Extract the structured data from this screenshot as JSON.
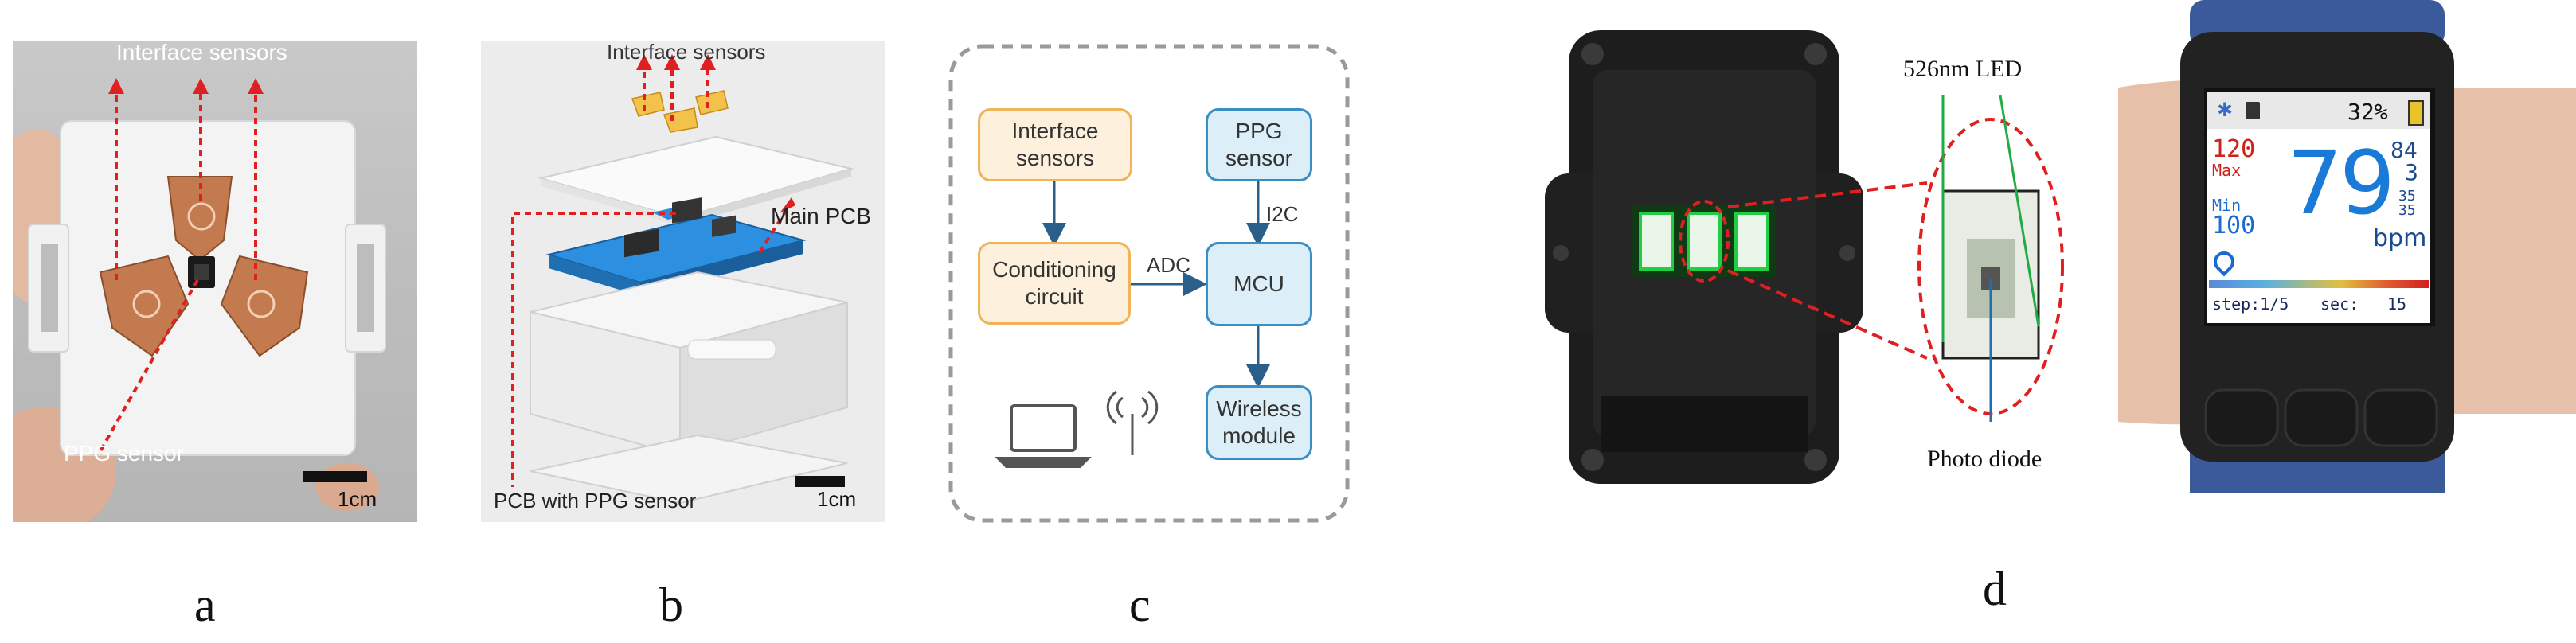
{
  "panels": {
    "a": {
      "letter": "a",
      "interface_label": "Interface sensors",
      "ppg_label": "PPG sensor",
      "scale": "1cm"
    },
    "b": {
      "letter": "b",
      "interface_label": "Interface sensors",
      "main_pcb_label": "Main PCB",
      "pcb_ppg_label": "PCB with PPG sensor",
      "scale": "1cm"
    },
    "c": {
      "letter": "c",
      "interface_sensors": "Interface sensors",
      "ppg_sensor": "PPG sensor",
      "conditioning": "Conditioning circuit",
      "mcu": "MCU",
      "wireless": "Wireless module",
      "adc": "ADC",
      "i2c": "I2C"
    },
    "d": {
      "letter": "d",
      "led_label": "526nm LED",
      "diode_label": "Photo diode",
      "screen": {
        "battery": "32%",
        "max_value": "120",
        "max_label": "Max",
        "min_label": "Min",
        "min_value": "100",
        "bpm_value": "79",
        "bpm_unit": "bpm",
        "r1": "84",
        "r2": "3",
        "r3": "35",
        "r4": "35",
        "step": "step:1/5",
        "sec_label": "sec:",
        "sec_value": "15"
      }
    }
  },
  "colors": {
    "arrow_red": "#e02020",
    "orange_border": "#f0b35a",
    "blue_border": "#3a8ec4",
    "arrow_blue": "#2a5f8c",
    "led_green": "#22cc44"
  }
}
